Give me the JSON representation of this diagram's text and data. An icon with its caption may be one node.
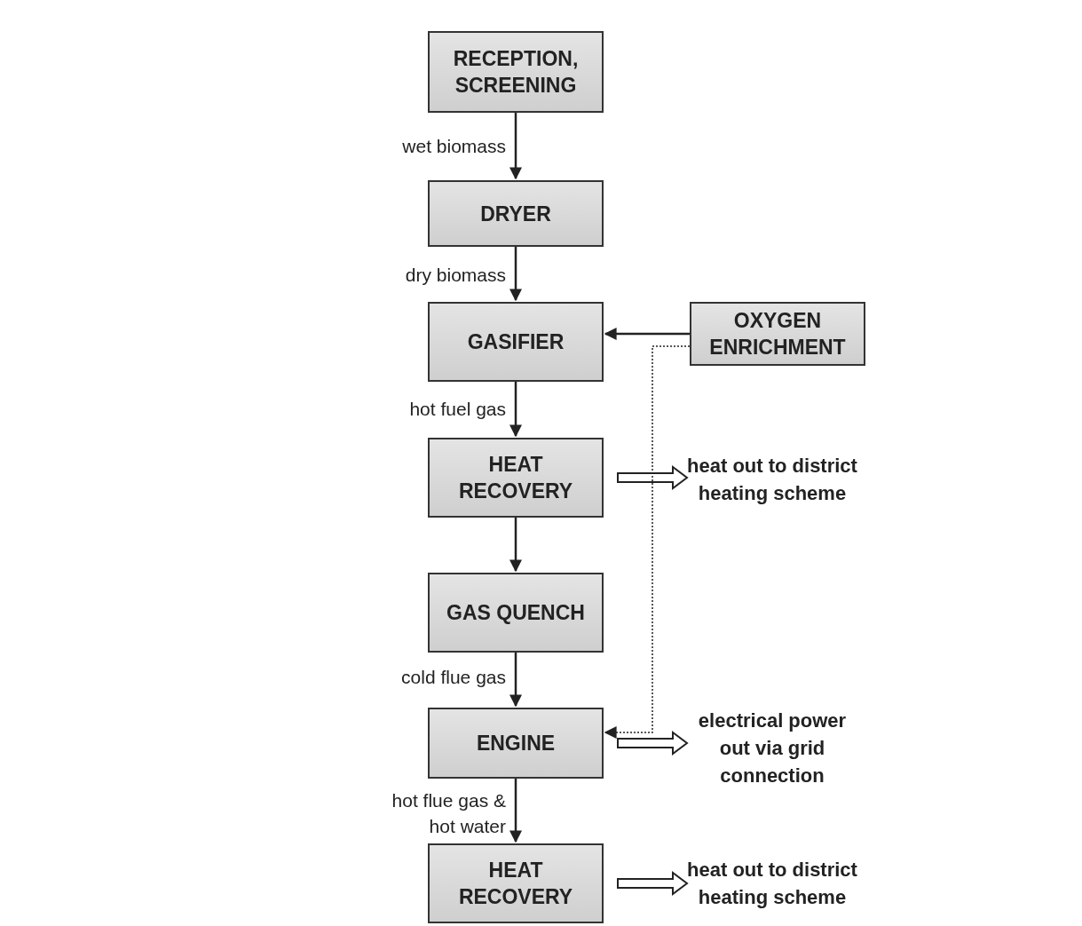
{
  "diagram": {
    "nodes": [
      {
        "text": [
          "RECEPTION, SCREENING"
        ]
      },
      {
        "text": [
          "DRYER"
        ]
      },
      {
        "text": [
          "GASIFIER"
        ]
      },
      {
        "text": [
          "OXYGEN ENRICHMENT"
        ]
      },
      {
        "text": [
          "HEAT RECOVERY"
        ]
      },
      {
        "text": [
          "heat out to district heating scheme"
        ]
      },
      {
        "text": [
          "GAS QUENCH"
        ]
      },
      {
        "text": [
          "ENGINE"
        ]
      },
      {
        "text": [
          "electrical power out via grid connection"
        ]
      },
      {
        "text": [
          "HEAT RECOVERY"
        ]
      },
      {
        "text": [
          "heat out to district heating scheme"
        ]
      }
    ],
    "edges": [
      {
        "from": 0,
        "to": 1,
        "arrow": "to",
        "label": "wet biomass"
      },
      {
        "from": 1,
        "to": 2,
        "arrow": "to",
        "label": "dry biomass"
      },
      {
        "from": 3,
        "to": 2,
        "arrow": "to"
      },
      {
        "from": 2,
        "to": 4,
        "arrow": "to",
        "label": "hot fuel gas"
      },
      {
        "from": 4,
        "to": 5,
        "arrow": "to",
        "style": "thick"
      },
      {
        "from": 4,
        "to": 6,
        "arrow": "to"
      },
      {
        "from": 6,
        "to": 7,
        "arrow": "to",
        "label": "cold flue gas"
      },
      {
        "from": 3,
        "to": 7,
        "arrow": "to",
        "style": "dashed"
      },
      {
        "from": 7,
        "to": 8,
        "arrow": "to",
        "style": "thick"
      },
      {
        "from": 7,
        "to": 9,
        "arrow": "to",
        "label": "hot flue gas & hot water"
      },
      {
        "from": 9,
        "to": 10,
        "arrow": "to",
        "style": "thick"
      }
    ]
  }
}
